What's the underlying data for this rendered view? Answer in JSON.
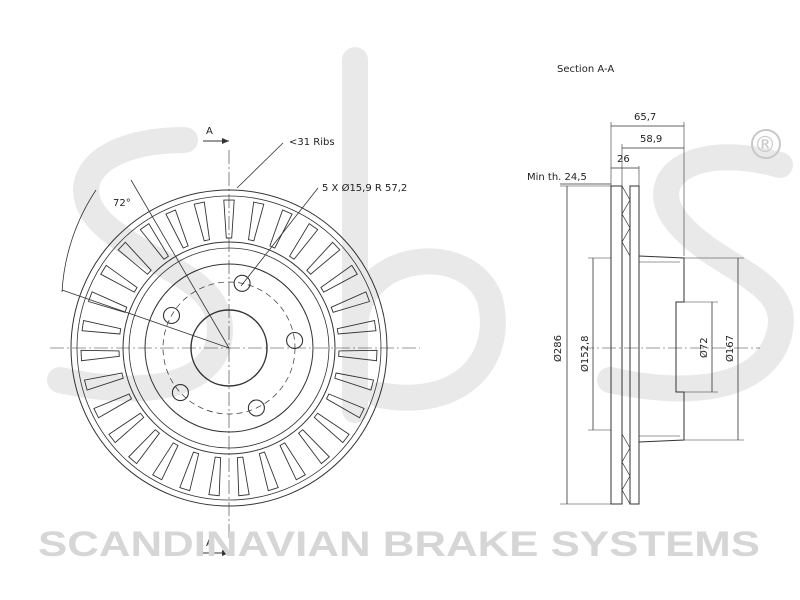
{
  "watermark": {
    "brand_text": "sbs",
    "registered_mark": "®",
    "company_name": "SCANDINAVIAN BRAKE SYSTEMS"
  },
  "front_view": {
    "section_marker_top": "A",
    "section_marker_bottom": "A",
    "ribs_label": "<31 Ribs",
    "bolt_label": "5 X Ø15,9   R 57,2",
    "angle_label": "72°",
    "rib_count": 31,
    "bolt_count": 5
  },
  "section_view": {
    "title": "Section A-A",
    "dim_overall_width": "65,7",
    "dim_hat_depth": "58,9",
    "dim_thickness": "26",
    "min_thickness_label": "Min th. 24,5",
    "dim_outer_diameter": "Ø286",
    "dim_inner_diameter": "Ø152,8",
    "dim_center_bore": "Ø72",
    "dim_hub_diameter": "Ø167"
  }
}
